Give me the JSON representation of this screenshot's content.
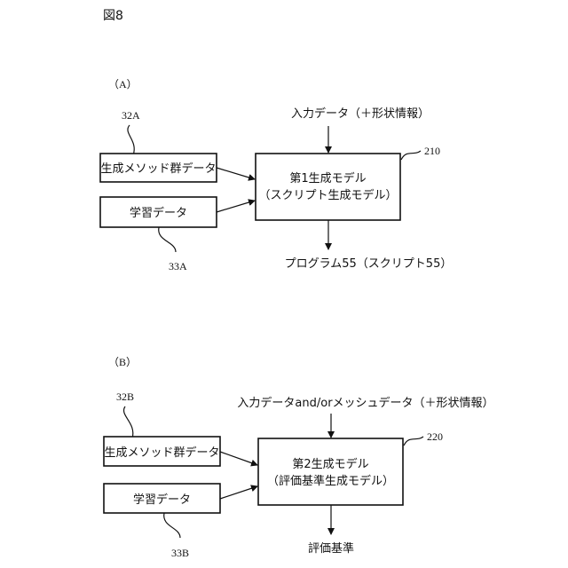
{
  "figure_label": "図8",
  "panel_a": {
    "label": "（A）",
    "ref_method": "32A",
    "ref_learning": "33A",
    "method_box": "生成メソッド群データ",
    "learning_box": "学習データ",
    "input_text": "入力データ（＋形状情報）",
    "model_ref": "210",
    "model_line1": "第1生成モデル",
    "model_line2": "（スクリプト生成モデル）",
    "output_text": "プログラム55（スクリプト55）"
  },
  "panel_b": {
    "label": "（B）",
    "ref_method": "32B",
    "ref_learning": "33B",
    "method_box": "生成メソッド群データ",
    "learning_box": "学習データ",
    "input_text": "入力データand/orメッシュデータ（＋形状情報）",
    "model_ref": "220",
    "model_line1": "第2生成モデル",
    "model_line2": "（評価基準生成モデル）",
    "output_text": "評価基準"
  }
}
